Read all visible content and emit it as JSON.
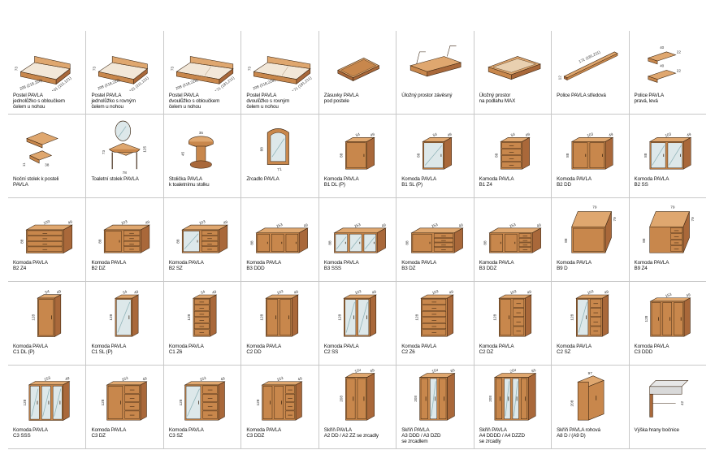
{
  "palette": {
    "wood_front": "#c8874c",
    "wood_top": "#dfa76f",
    "wood_side": "#a9683a",
    "glass": "#dde8ea",
    "line": "#3a2410",
    "dim": "#333333",
    "grid_line": "#c8c8c8"
  },
  "items": [
    {
      "name": "Postel PAVLA\njednolůžko s obloučkem\nčelem u nohou",
      "icon": "bed-single",
      "dims": [
        "73",
        "208 (218,228)",
        "101 (111,121)"
      ]
    },
    {
      "name": "Postel PAVLA\njednolůžko s rovným\nčelem u nohou",
      "icon": "bed-single",
      "dims": [
        "73",
        "208 (218,228)",
        "101 (111,121)"
      ]
    },
    {
      "name": "Postel PAVLA\ndvoulůžko s obloučkem\nčelem u nohou",
      "icon": "bed-double",
      "dims": [
        "73",
        "208 (218,228)",
        "171 (181,211)"
      ]
    },
    {
      "name": "Postel PAVLA\ndvoulůžko s rovným\nčelem u nohou",
      "icon": "bed-double",
      "dims": [
        "73",
        "208 (218,228)",
        "171 (181,211)"
      ]
    },
    {
      "name": "Zásuvky PAVLA\npod postele",
      "icon": "drawer",
      "dims": [
        "",
        "",
        ""
      ]
    },
    {
      "name": "Úložný prostor závěsný",
      "icon": "storage-hanging",
      "dims": [
        "",
        "",
        ""
      ]
    },
    {
      "name": "Úložný prostor\nna podlahu MAX",
      "icon": "storage-floor",
      "dims": [
        "",
        "",
        ""
      ]
    },
    {
      "name": "Police PAVLA středová",
      "icon": "shelf-long",
      "dims": [
        "171 (181,211)",
        "",
        ""
      ]
    },
    {
      "name": "Police PAVLA\npravá, levá",
      "icon": "shelf-side",
      "dims": [
        "40",
        "22",
        ""
      ]
    },
    {
      "name": "Noční stolek k posteli\nPAVLA",
      "icon": "night-table",
      "dims": [
        "",
        "",
        ""
      ]
    },
    {
      "name": "Toaletní stolek PAVLA",
      "icon": "dressing-table",
      "dims": [
        "73",
        "78",
        "125"
      ]
    },
    {
      "name": "Stolička PAVLA\nk toaletnímu stolku",
      "icon": "stool",
      "dims": [
        "35",
        "45",
        ""
      ]
    },
    {
      "name": "Zrcadlo PAVLA",
      "icon": "mirror",
      "dims": [
        "88",
        "71",
        ""
      ]
    },
    {
      "name": "Komoda PAVLA\nB1 DL (P)",
      "icon": "cab-1door",
      "dims": [
        "54",
        "49",
        "88"
      ]
    },
    {
      "name": "Komoda PAVLA\nB1 SL (P)",
      "icon": "cab-1glass",
      "dims": [
        "54",
        "49",
        "88"
      ]
    },
    {
      "name": "Komoda PAVLA\nB1 Z4",
      "icon": "cab-4drawer",
      "dims": [
        "54",
        "49",
        "88"
      ]
    },
    {
      "name": "Komoda PAVLA\nB2 DD",
      "icon": "cab-2door",
      "dims": [
        "103",
        "49",
        "88"
      ]
    },
    {
      "name": "Komoda PAVLA\nB2 SS",
      "icon": "cab-2glass",
      "dims": [
        "103",
        "49",
        "88"
      ]
    },
    {
      "name": "Komoda PAVLA\nB2 Z4",
      "icon": "wide-drawers",
      "dims": [
        "103",
        "49",
        "88"
      ]
    },
    {
      "name": "Komoda PAVLA\nB2 DZ",
      "icon": "wide-door-drawer",
      "dims": [
        "103",
        "49",
        "88"
      ]
    },
    {
      "name": "Komoda PAVLA\nB2 SZ",
      "icon": "wide-glass-drawer",
      "dims": [
        "103",
        "49",
        "88"
      ]
    },
    {
      "name": "Komoda PAVLA\nB3 DDD",
      "icon": "long-3door",
      "dims": [
        "153",
        "49",
        "88"
      ]
    },
    {
      "name": "Komoda PAVLA\nB3 SSS",
      "icon": "long-3glass",
      "dims": [
        "153",
        "49",
        "88"
      ]
    },
    {
      "name": "Komoda PAVLA\nB3 DZ",
      "icon": "long-door-drawer",
      "dims": [
        "153",
        "49",
        "88"
      ]
    },
    {
      "name": "Komoda PAVLA\nB3 DDZ",
      "icon": "long-2door-drawer",
      "dims": [
        "153",
        "49",
        "88"
      ]
    },
    {
      "name": "Komoda PAVLA\nB9 D",
      "icon": "corner-door",
      "dims": [
        "79",
        "79",
        "88"
      ]
    },
    {
      "name": "Komoda PAVLA\nB9 Z4",
      "icon": "corner-drawer",
      "dims": [
        "79",
        "79",
        "88"
      ]
    },
    {
      "name": "Komoda PAVLA\nC1 DL (P)",
      "icon": "tall-1door",
      "dims": [
        "54",
        "49",
        "128"
      ]
    },
    {
      "name": "Komoda PAVLA\nC1 SL (P)",
      "icon": "tall-1glass",
      "dims": [
        "54",
        "49",
        "128"
      ]
    },
    {
      "name": "Komoda PAVLA\nC1 Z6",
      "icon": "tall-6drawer",
      "dims": [
        "54",
        "49",
        "128"
      ]
    },
    {
      "name": "Komoda PAVLA\nC2 DD",
      "icon": "tall-2door",
      "dims": [
        "103",
        "49",
        "128"
      ]
    },
    {
      "name": "Komoda PAVLA\nC2 SS",
      "icon": "tall-2glass",
      "dims": [
        "103",
        "49",
        "128"
      ]
    },
    {
      "name": "Komoda PAVLA\nC2 Z6",
      "icon": "tall-wide-drawer",
      "dims": [
        "103",
        "49",
        "128"
      ]
    },
    {
      "name": "Komoda PAVLA\nC2 DZ",
      "icon": "tall-door-drawer",
      "dims": [
        "103",
        "49",
        "128"
      ]
    },
    {
      "name": "Komoda PAVLA\nC2 SZ",
      "icon": "tall-glass-drawer",
      "dims": [
        "103",
        "49",
        "128"
      ]
    },
    {
      "name": "Komoda PAVLA\nC3 DDD",
      "icon": "tall-3door",
      "dims": [
        "153",
        "49",
        "128"
      ]
    },
    {
      "name": "Komoda PAVLA\nC3 SSS",
      "icon": "tall-3glass",
      "dims": [
        "153",
        "49",
        "128"
      ]
    },
    {
      "name": "Komoda PAVLA\nC3 DZ",
      "icon": "tall-3door-drawer",
      "dims": [
        "153",
        "49",
        "128"
      ]
    },
    {
      "name": "Komoda PAVLA\nC3 SZ",
      "icon": "tall-3glass-drawer",
      "dims": [
        "153",
        "49",
        "128"
      ]
    },
    {
      "name": "Komoda PAVLA\nC3 DDZ",
      "icon": "tall-2door-drawer3",
      "dims": [
        "153",
        "49",
        "128"
      ]
    },
    {
      "name": "Skříň PAVLA\nA2 DD / A2 ZZ se zrcadly",
      "icon": "wardrobe-2",
      "dims": [
        "103",
        "65",
        "208"
      ]
    },
    {
      "name": "Skříň PAVLA\nA3 DDD / A3 DZD\nse zrcadlem",
      "icon": "wardrobe-3",
      "dims": [
        "153",
        "65",
        "208"
      ]
    },
    {
      "name": "Skříň PAVLA\nA4 DDDD / A4 DZZD\nse zrcadly",
      "icon": "wardrobe-4",
      "dims": [
        "203",
        "65",
        "208"
      ]
    },
    {
      "name": "Skříň PAVLA rohová\nA8 D / (A9 D)",
      "icon": "wardrobe-corner",
      "dims": [
        "97",
        "97",
        "208"
      ]
    },
    {
      "name": "Výška hrany bočnice",
      "icon": "side-height",
      "dims": [
        "42",
        "",
        ""
      ]
    }
  ]
}
